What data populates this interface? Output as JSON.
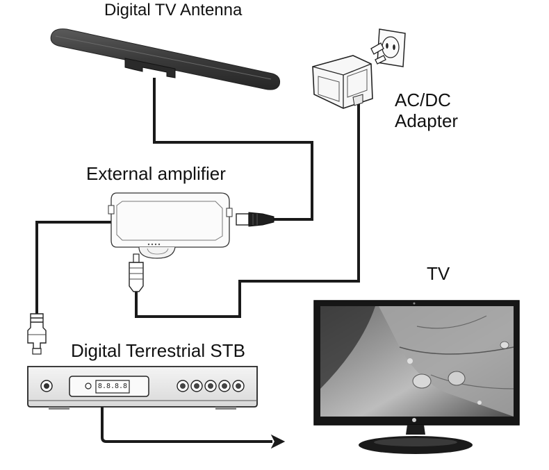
{
  "labels": {
    "antenna": "Digital TV Antenna",
    "adapter": "AC/DC\nAdapter",
    "amplifier": "External amplifier",
    "tv": "TV",
    "stb": "Digital Terrestrial STB"
  },
  "stb": {
    "display_text": "8.8.8.8"
  },
  "icons": [
    "antenna-icon",
    "power-plug-icon",
    "wall-socket-icon",
    "amplifier-icon",
    "coax-connector-icon",
    "dc-plug-icon",
    "set-top-box-icon",
    "tv-monitor-icon",
    "arrow-right-icon"
  ],
  "colors": {
    "cable": "#1a1a1a",
    "outline": "#222222",
    "antenna_body": "#3a3a3a",
    "tv_frame": "#161616"
  }
}
